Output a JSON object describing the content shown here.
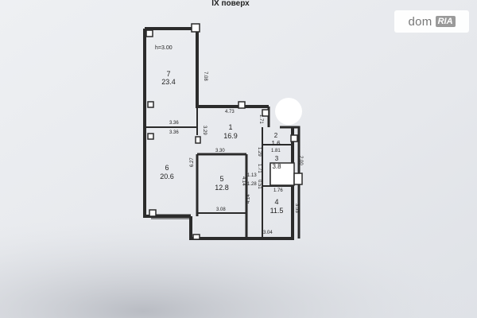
{
  "plan": {
    "floor_label": "IX поверх",
    "ceiling_height": "h=3.00",
    "rooms": [
      {
        "number": "7",
        "area": "23.4"
      },
      {
        "number": "1",
        "area": "16.9"
      },
      {
        "number": "6",
        "area": "20.6"
      },
      {
        "number": "5",
        "area": "12.8"
      },
      {
        "number": "2",
        "area": "1.6"
      },
      {
        "number": "3",
        "area": "3.8"
      },
      {
        "number": "4",
        "area": "11.5"
      }
    ],
    "dimensions": [
      "7.08",
      "4.73",
      "1.71",
      "3.36",
      "3.36",
      "3.29",
      "3.30",
      "6.27",
      "4.14",
      "3.08",
      "1.81",
      "1.29",
      "2.00",
      "1.71",
      "1.13",
      "1.28",
      "0.51",
      "1.76",
      "4.14",
      "3.53",
      "3.04"
    ]
  },
  "watermark": {
    "brand": "dom",
    "sub": "RIA"
  }
}
